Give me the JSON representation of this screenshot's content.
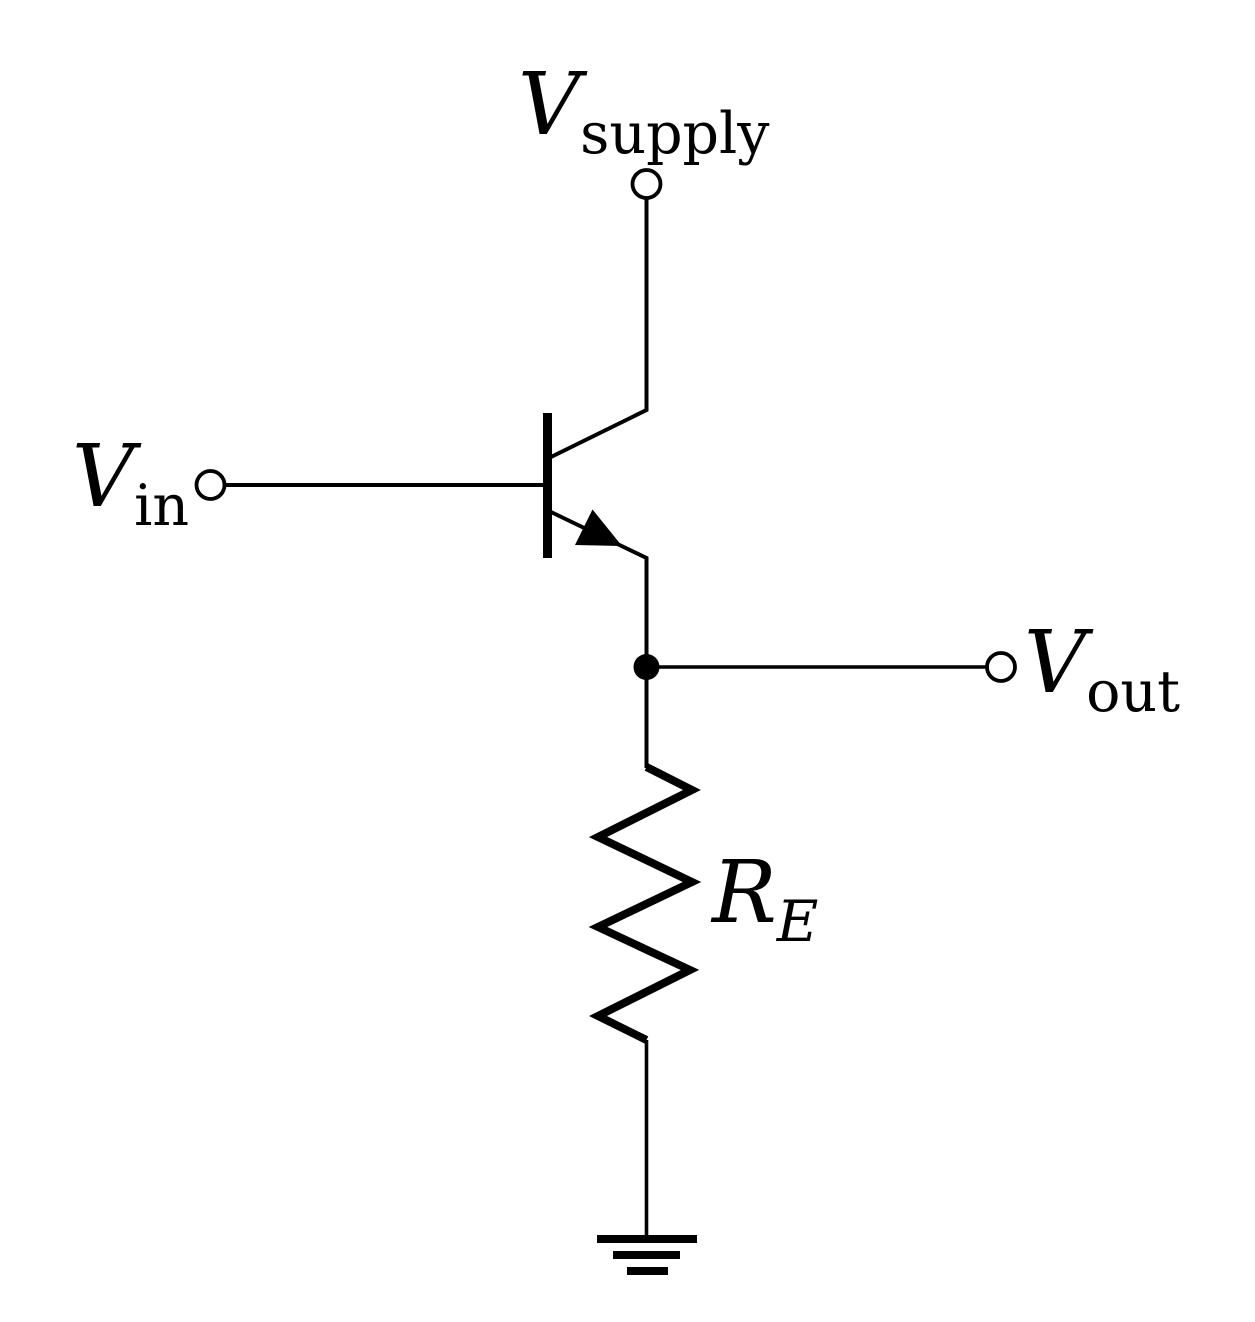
{
  "diagram": {
    "type": "circuit-schematic",
    "description": "NPN BJT emitter follower (common collector) with emitter resistor to ground",
    "line_color": "#000000",
    "background_color": "#ffffff",
    "labels": {
      "supply": {
        "base": "V",
        "sub": "supply"
      },
      "input": {
        "base": "V",
        "sub": "in"
      },
      "output": {
        "base": "V",
        "sub": "out"
      },
      "resistor": {
        "base": "R",
        "sub": "E"
      }
    },
    "components": [
      {
        "name": "supply-terminal",
        "kind": "open-circle-terminal",
        "label": "Vsupply"
      },
      {
        "name": "input-terminal",
        "kind": "open-circle-terminal",
        "label": "Vin"
      },
      {
        "name": "output-terminal",
        "kind": "open-circle-terminal",
        "label": "Vout"
      },
      {
        "name": "transistor",
        "kind": "npn-bjt",
        "orientation": "collector-up-emitter-down"
      },
      {
        "name": "emitter-resistor",
        "kind": "resistor-zigzag",
        "label": "RE"
      },
      {
        "name": "junction",
        "kind": "solder-dot"
      },
      {
        "name": "ground",
        "kind": "earth-ground-three-bars"
      }
    ]
  }
}
